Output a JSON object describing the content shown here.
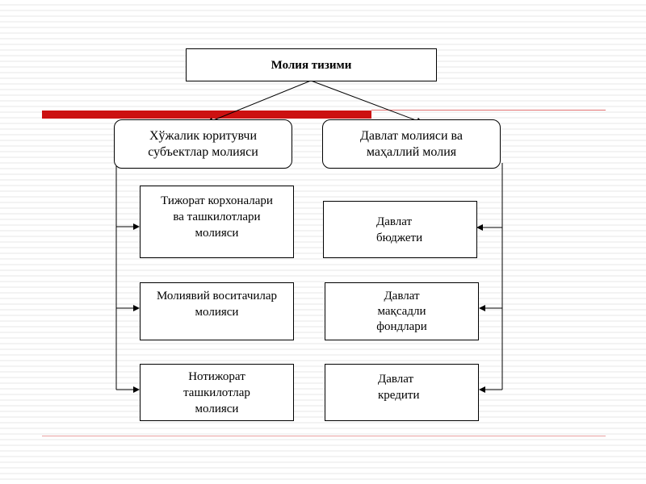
{
  "root": {
    "label": "Молия тизими"
  },
  "branches": [
    {
      "label": "Хўжалик юритувчи\nсубъектлар молияси",
      "children": [
        "Тижорат корхоналари\nва ташкилотлари\nмолияси",
        "Молиявий воситачилар\nмолияси",
        "Нотижорат\nташкилотлар\nмолияси"
      ]
    },
    {
      "label": "Давлат молияси ва\nмаҳаллий молия",
      "children": [
        "Давлат\nбюджети",
        "Давлат\nмақсадли\nфондлари",
        "Давлат\nкредити"
      ]
    }
  ],
  "colors": {
    "accent_bar": "#cc1111",
    "accent_line": "#e07070",
    "footer_line": "#e8a0a0"
  }
}
